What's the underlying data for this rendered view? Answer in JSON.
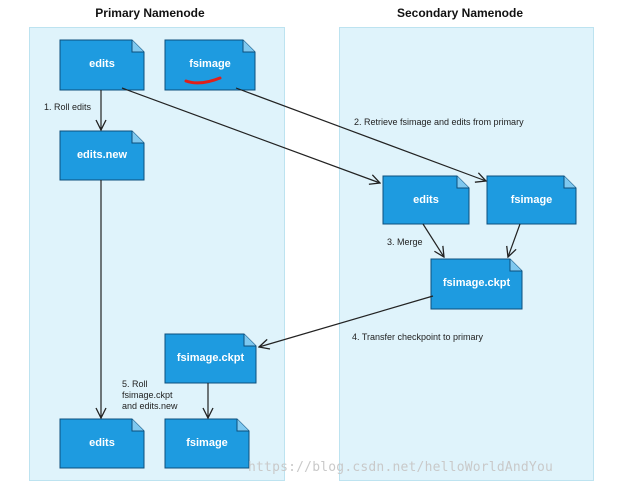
{
  "primary": {
    "title": "Primary Namenode"
  },
  "secondary": {
    "title": "Secondary Namenode"
  },
  "docs": {
    "p_edits": "edits",
    "p_fsimage": "fsimage",
    "p_edits_new": "edits.new",
    "s_edits": "edits",
    "s_fsimage": "fsimage",
    "s_ckpt": "fsimage.ckpt",
    "p_ckpt": "fsimage.ckpt",
    "p_edits_final": "edits",
    "p_fsimage_final": "fsimage"
  },
  "steps": {
    "step1": "1. Roll edits",
    "step2": "2. Retrieve fsimage and edits from primary",
    "step3": "3. Merge",
    "step4": "4. Transfer checkpoint to primary",
    "step5_line1": "5. Roll",
    "step5_line2": "fsimage.ckpt",
    "step5_line3": "and edits.new"
  },
  "colors": {
    "doc_fill": "#1e9be0",
    "doc_stroke": "#0c4f7c",
    "panel_bg": "#dff3fb",
    "annotation_red": "#e0201b"
  },
  "watermark": "https://blog.csdn.net/helloWorldAndYou"
}
